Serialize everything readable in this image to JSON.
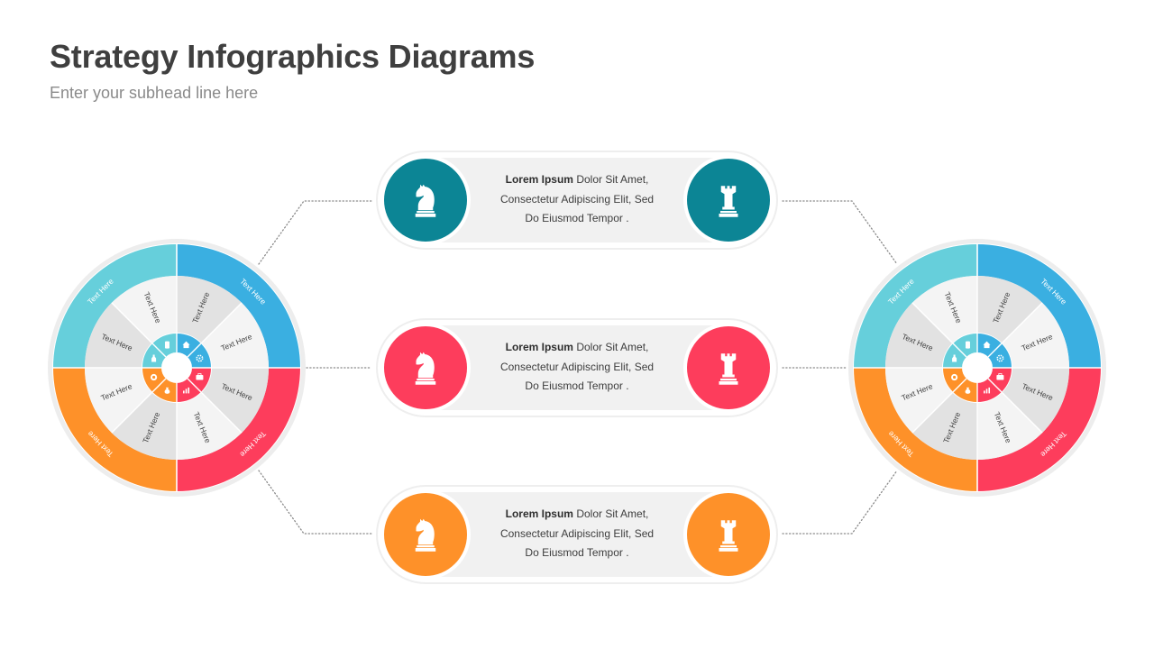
{
  "header": {
    "title": "Strategy Infographics Diagrams",
    "subtitle": "Enter your subhead line here"
  },
  "colors": {
    "teal": "#0c8595",
    "red": "#fd3d5c",
    "orange": "#fe9129",
    "light_teal": "#66cfdb",
    "blue": "#3aafe1",
    "pill_bg": "#f1f1f1",
    "sector_light": "#f4f4f4",
    "sector_dark": "#e2e2e2",
    "connector": "#8a8a8a"
  },
  "pills": [
    {
      "color": "teal",
      "bold": "Lorem Ipsum",
      "line1": "Dolor Sit Amet,",
      "line2": "Consectetur Adipiscing Elit, Sed",
      "line3": "Do Eiusmod Tempor .",
      "left_icon": "chess-knight-icon",
      "right_icon": "chess-rook-icon"
    },
    {
      "color": "red",
      "bold": "Lorem Ipsum",
      "line1": "Dolor Sit Amet,",
      "line2": "Consectetur Adipiscing Elit, Sed",
      "line3": "Do Eiusmod Tempor .",
      "left_icon": "chess-knight-icon",
      "right_icon": "chess-rook-icon"
    },
    {
      "color": "orange",
      "bold": "Lorem Ipsum",
      "line1": "Dolor Sit Amet,",
      "line2": "Consectetur Adipiscing Elit, Sed",
      "line3": "Do Eiusmod Tempor .",
      "left_icon": "chess-knight-icon",
      "right_icon": "chess-rook-icon"
    }
  ],
  "wheels": [
    {
      "outer_ring": [
        {
          "label": "Text Here",
          "color": "light_teal"
        },
        {
          "label": "Text Here",
          "color": "blue"
        },
        {
          "label": "Text Here",
          "color": "red"
        },
        {
          "label": "Text Here",
          "color": "orange"
        }
      ],
      "sector_labels": [
        "Text Here",
        "Text Here",
        "Text Here",
        "Text Here",
        "Text Here",
        "Text Here",
        "Text Here",
        "Text Here"
      ],
      "hub_icons": [
        "money-icon",
        "home-icon",
        "gear-icon",
        "briefcase-icon",
        "chart-icon",
        "money-bag-icon",
        "coin-icon",
        "bottle-icon"
      ]
    },
    {
      "outer_ring": [
        {
          "label": "Text Here",
          "color": "light_teal"
        },
        {
          "label": "Text Here",
          "color": "blue"
        },
        {
          "label": "Text Here",
          "color": "red"
        },
        {
          "label": "Text Here",
          "color": "orange"
        }
      ],
      "sector_labels": [
        "Text Here",
        "Text Here",
        "Text Here",
        "Text Here",
        "Text Here",
        "Text Here",
        "Text Here",
        "Text Here"
      ],
      "hub_icons": [
        "money-icon",
        "home-icon",
        "gear-icon",
        "briefcase-icon",
        "chart-icon",
        "money-bag-icon",
        "coin-icon",
        "bottle-icon"
      ]
    }
  ]
}
